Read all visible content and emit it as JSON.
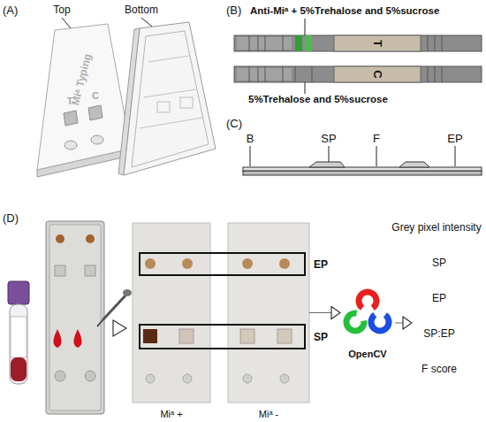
{
  "diagram": {
    "nodes": [
      {
        "text": [
          "Anti-Miᵃ + 5%Trehalose and 5%sucrose",
          "T"
        ]
      },
      {
        "text": [
          "C",
          "5%Trehalose and 5%sucrose"
        ]
      },
      {
        "text": [
          "Miᵃ +"
        ]
      },
      {
        "text": [
          "Miᵃ -"
        ]
      },
      {
        "text": [
          "EP"
        ]
      },
      {
        "text": [
          "SP"
        ]
      },
      {
        "text": [
          "OpenCV"
        ]
      },
      {
        "text": [
          "Grey pixel intensity",
          "SP",
          "EP",
          "SP:EP",
          "F score"
        ]
      }
    ],
    "edges": [
      {
        "from": 3,
        "to": 6,
        "arrow": "to"
      },
      {
        "from": 6,
        "to": 7,
        "arrow": "to"
      }
    ],
    "labels": [
      "(A)",
      "Top",
      "Bottom",
      "Miᵃ Typing",
      "T",
      "C",
      "(B)",
      "(C)",
      "B",
      "SP",
      "F",
      "EP",
      "(D)"
    ]
  }
}
